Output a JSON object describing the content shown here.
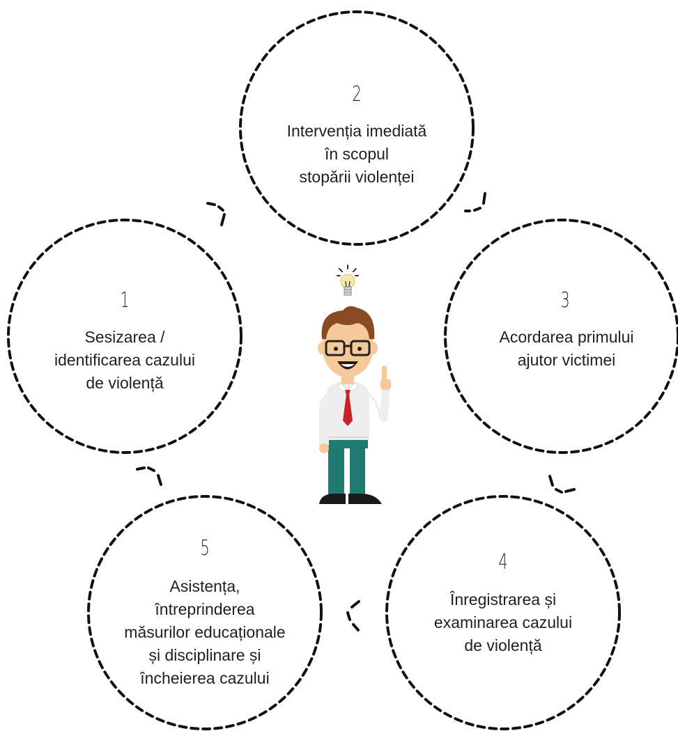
{
  "steps": [
    {
      "number": "1",
      "lines": [
        "Sesizarea /",
        "identificarea cazului",
        "de violență"
      ]
    },
    {
      "number": "2",
      "lines": [
        "Intervenția imediată",
        "în scopul",
        "stopării violenței"
      ]
    },
    {
      "number": "3",
      "lines": [
        "Acordarea primului",
        "ajutor victimei"
      ]
    },
    {
      "number": "4",
      "lines": [
        "Înregistrarea și",
        "examinarea cazului",
        "de violență"
      ]
    },
    {
      "number": "5",
      "lines": [
        "Asistența,",
        "întreprinderea",
        "măsurilor educaționale",
        "și disciplinare și",
        "încheierea cazului"
      ]
    }
  ],
  "colors": {
    "circle_stroke": "#111111",
    "skin": "#f6c99b",
    "hair": "#8a4a22",
    "shirt": "#eeeeee",
    "tie": "#c8222a",
    "pants": "#1f7a72",
    "shoes": "#1a1a1a",
    "glasses": "#222222",
    "bulb": "#f5e9a8"
  },
  "icons": [
    "lightbulb-icon",
    "person-illustration"
  ]
}
